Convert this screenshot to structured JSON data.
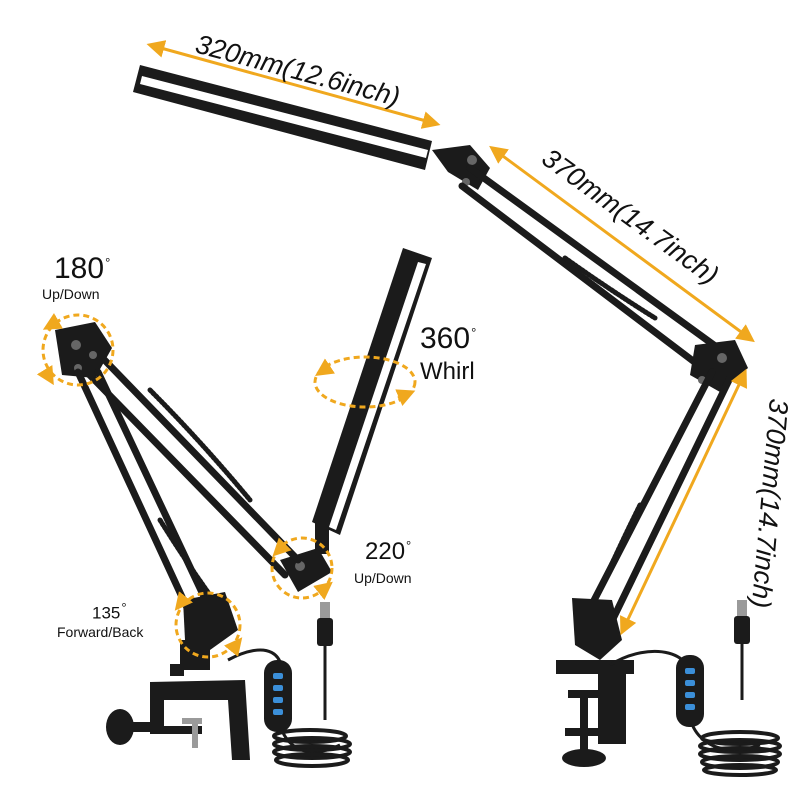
{
  "dimensions": {
    "lamp_length": "320mm(12.6inch)",
    "upper_arm": "370mm(14.7inch)",
    "lower_arm": "370mm(14.7inch)"
  },
  "rotations": {
    "top_joint": {
      "value": "180",
      "unit": "°",
      "caption": "Up/Down"
    },
    "whirl": {
      "value": "360",
      "unit": "°",
      "caption": "Whirl"
    },
    "head_joint": {
      "value": "220",
      "unit": "°",
      "caption": "Up/Down"
    },
    "base_joint": {
      "value": "135",
      "unit": "°",
      "caption": "Forward/Back"
    }
  },
  "colors": {
    "arrow": "#f0a81e",
    "metal": "#1b1b1b",
    "light_panel": "#ffffff"
  }
}
